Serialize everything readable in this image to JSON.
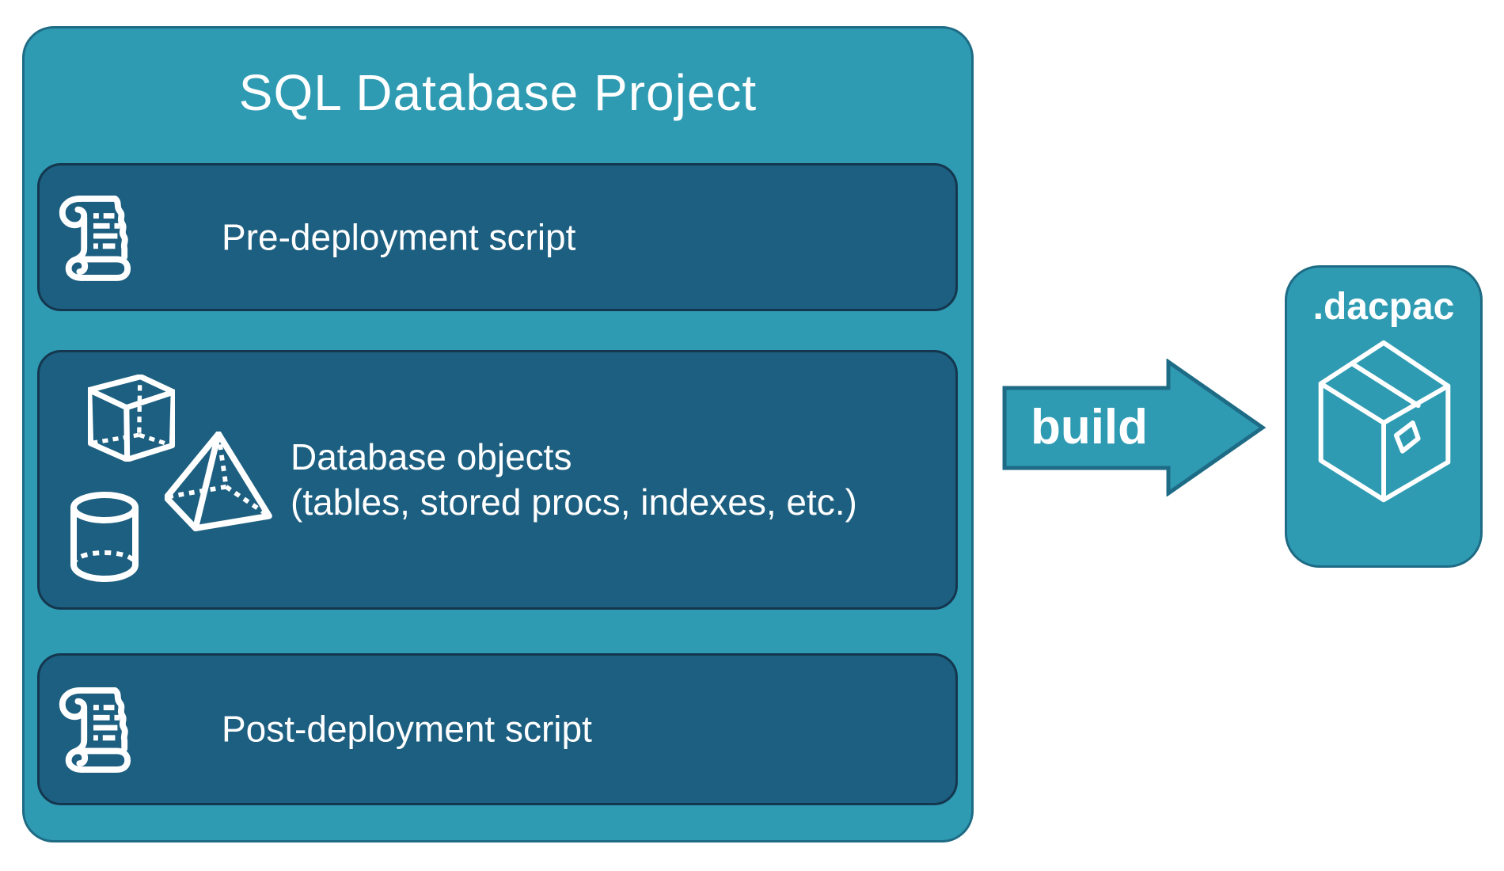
{
  "palette": {
    "teal": "#2E9BB3",
    "teal_border": "#1E6B85",
    "panel": "#1D5F80",
    "panel_border": "#14374F",
    "text": "#FFFFFF"
  },
  "project": {
    "title": "SQL Database Project",
    "rows": [
      {
        "label": "Pre-deployment script",
        "icon": "scroll-icon"
      },
      {
        "line1": "Database objects",
        "line2": "(tables, stored procs, indexes, etc.)",
        "icons": [
          "cube-icon",
          "pyramid-icon",
          "cylinder-icon"
        ]
      },
      {
        "label": "Post-deployment script",
        "icon": "scroll-icon"
      }
    ]
  },
  "arrow": {
    "label": "build",
    "direction": "right"
  },
  "output": {
    "label": ".dacpac",
    "icon": "package-icon"
  }
}
